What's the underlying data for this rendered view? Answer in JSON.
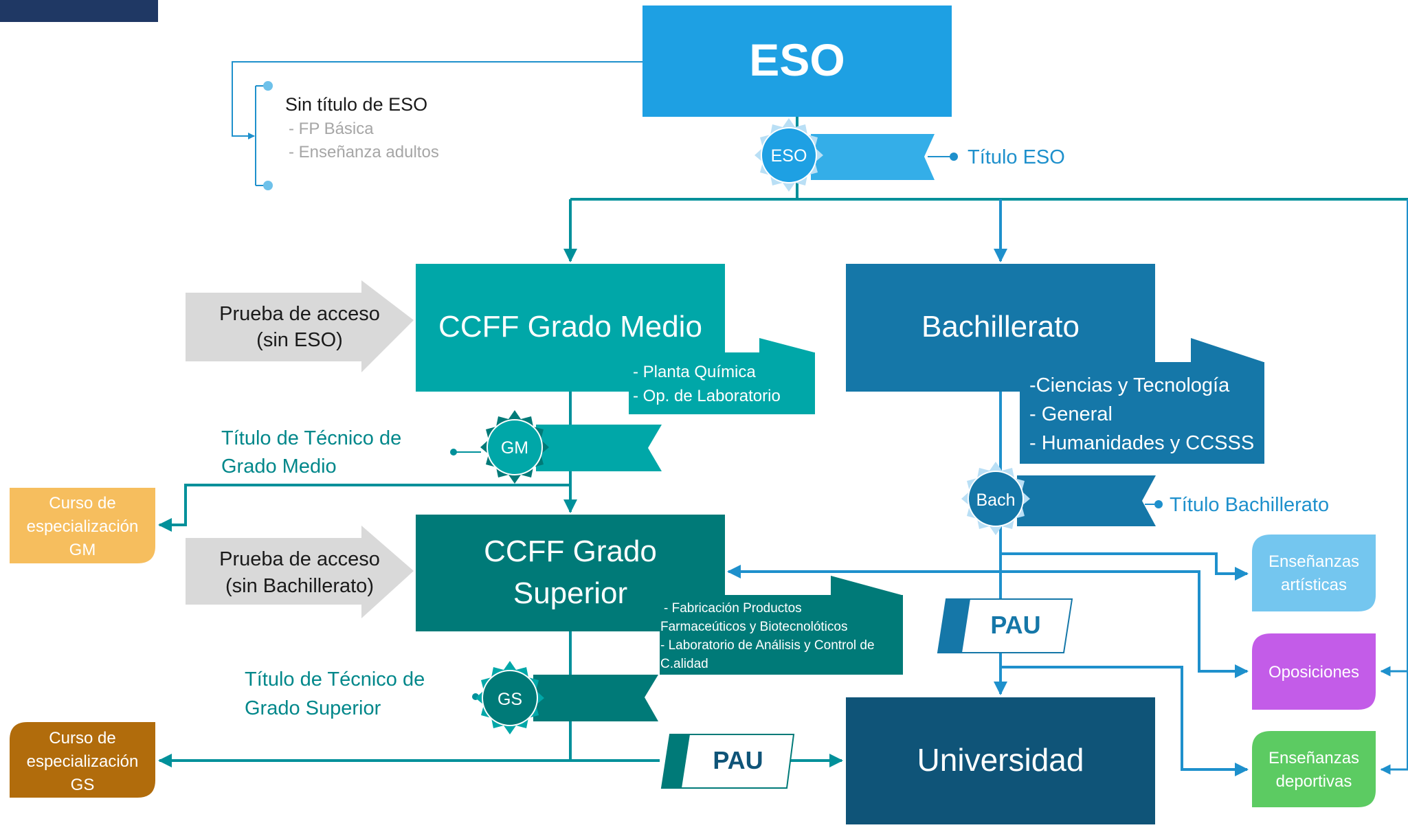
{
  "colors": {
    "eso": "#1ea0e3",
    "eso_badge": "#34aee8",
    "grado_medio": "#00a7a8",
    "grado_medio_list": "#009c9c",
    "grado_superior": "#007a78",
    "bachillerato": "#1577a8",
    "universidad": "#0f5478",
    "pau_side": "#1577a8",
    "arrow_teal": "#00909a",
    "arrow_blue": "#1e90cc",
    "curso_gm": "#f6be5e",
    "curso_gs": "#b16c0c",
    "artisticas": "#74c6ef",
    "oposiciones": "#c35ce8",
    "deportivas": "#5ccb62",
    "prueba": "#d9d9d9",
    "navy_corner": "#1f3864",
    "gray_text": "#a6a6a6",
    "teal_text": "#00878a"
  },
  "nodes": {
    "eso": "ESO",
    "grado_medio": "CCFF Grado Medio",
    "bachillerato": "Bachillerato",
    "grado_superior_line1": "CCFF Grado",
    "grado_superior_line2": "Superior",
    "universidad": "Universidad"
  },
  "sin_titulo": {
    "title": "Sin título de ESO",
    "items": [
      "-  FP Básica",
      "- Enseñanza adultos"
    ]
  },
  "badges": {
    "eso": "ESO",
    "gm": "GM",
    "bach": "Bach",
    "gs": "GS"
  },
  "titles": {
    "eso": "Título ESO",
    "gm_line1": "Título de Técnico de",
    "gm_line2": "Grado Medio",
    "bach": "Título Bachillerato",
    "gs_line1": "Título de Técnico de",
    "gs_line2": "Grado Superior"
  },
  "pruebas": {
    "gm_line1": "Prueba de acceso",
    "gm_line2": "(sin ESO)",
    "gs_line1": "Prueba de acceso",
    "gs_line2": "(sin Bachillerato)"
  },
  "lists": {
    "grado_medio": [
      "- Planta Química",
      "- Op. de Laboratorio"
    ],
    "bachillerato": [
      "-Ciencias y Tecnología",
      "- General",
      "- Humanidades y CCSSS"
    ],
    "grado_superior": [
      "- Fabricación Productos",
      "Farmaceúticos y Biotecnolóticos",
      "- Laboratorio  de Análisis y Control de",
      "C.alidad"
    ]
  },
  "pau": "PAU",
  "outcomes": {
    "curso_gm": [
      "Curso de",
      "especialización",
      "GM"
    ],
    "curso_gs": [
      "Curso de",
      "especialización",
      "GS"
    ],
    "artisticas": [
      "Enseñanzas",
      "artísticas"
    ],
    "oposiciones": [
      "Oposiciones"
    ],
    "deportivas": [
      "Enseñanzas",
      "deportivas"
    ]
  }
}
